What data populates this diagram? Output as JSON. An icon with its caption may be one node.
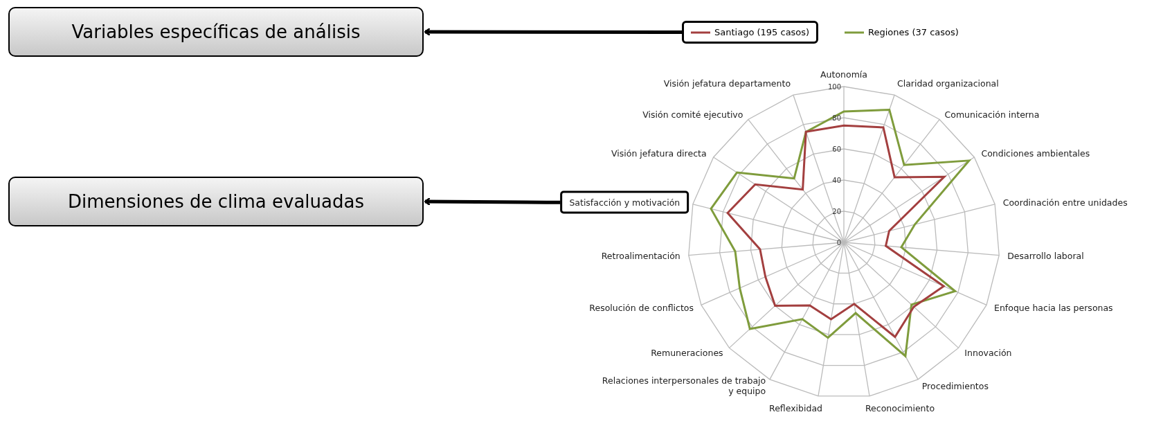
{
  "diagram": {
    "nodes": [
      {
        "text": [
          "Variables específicas de análisis"
        ]
      },
      {
        "text": [
          "Dimensiones de clima evaluadas"
        ]
      },
      {
        "text": [
          "Santiago (195 casos)"
        ]
      },
      {
        "text": [
          "Satisfacción y motivación"
        ]
      }
    ],
    "edges": [
      {
        "from": 2,
        "to": 0,
        "arrow": "to"
      },
      {
        "from": 3,
        "to": 1,
        "arrow": "to"
      }
    ],
    "labels": [
      "Autonomía",
      "Claridad organizacional",
      "Comunicación  interna",
      "Condiciones  ambientales",
      "Coordinación  entre unidades",
      "Desarrollo laboral",
      "Enfoque  hacia las personas",
      "Innovación",
      "Procedimientos",
      "Reconocimiento",
      "Reflexibidad",
      "Relaciones  interpersonales  de trabajo y equipo",
      "Remuneraciones",
      "Resolución  de conflictos",
      "Retroalimentación",
      "Visión jefatura directa",
      "Visión comité  ejecutivo",
      "Visión jefatura departamento",
      "0",
      "20",
      "40",
      "60",
      "80",
      "100"
    ],
    "legend": [
      {
        "text": "Regiones (37 casos)"
      }
    ]
  }
}
